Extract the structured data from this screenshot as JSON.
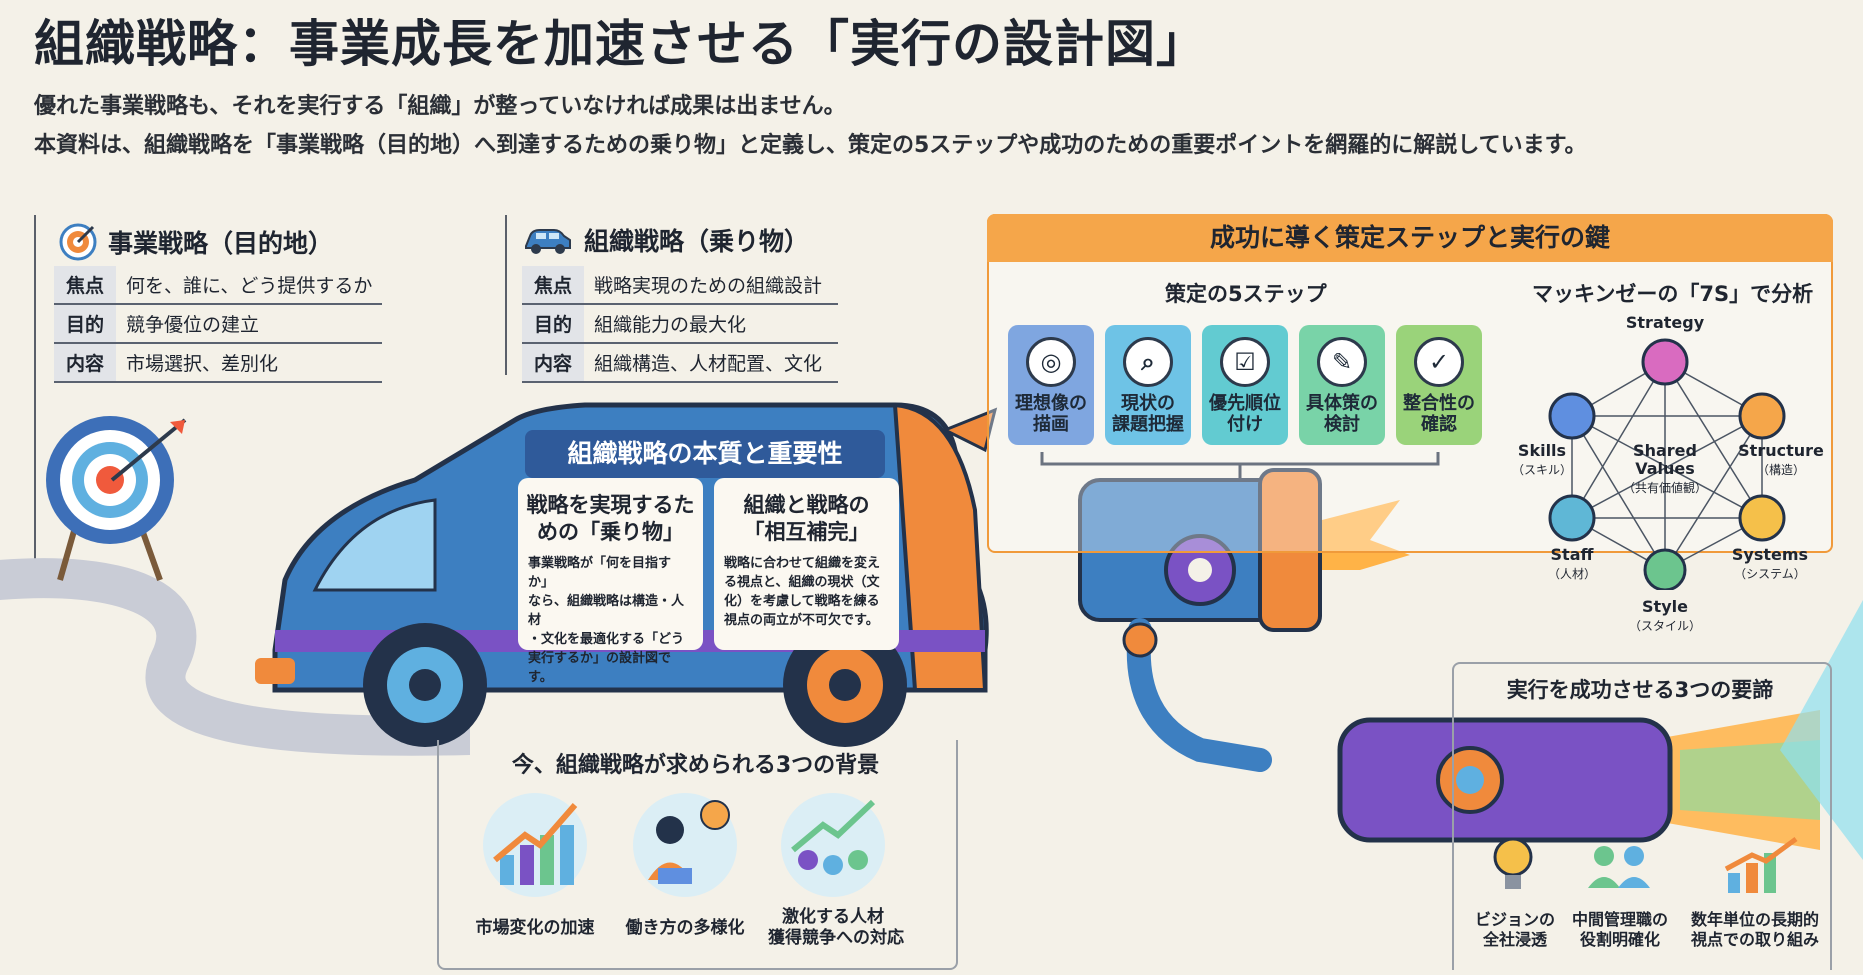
{
  "title": "組織戦略：事業成長を加速させる「実行の設計図」",
  "intro": {
    "line1": "優れた事業戦略も、それを実行する「組織」が整っていなければ成果は出ません。",
    "line2": "本資料は、組織戦略を「事業戦略（目的地）へ到達するための乗り物」と定義し、策定の5ステップや成功のための重要ポイントを網羅的に解説しています。"
  },
  "business_strategy": {
    "heading": "事業戦略（目的地）",
    "icon": "target-icon",
    "rows": [
      {
        "key": "焦点",
        "value": "何を、誰に、どう提供するか"
      },
      {
        "key": "目的",
        "value": "競争優位の建立"
      },
      {
        "key": "内容",
        "value": "市場選択、差別化"
      }
    ]
  },
  "org_strategy": {
    "heading": "組織戦略（乗り物）",
    "icon": "car-icon",
    "rows": [
      {
        "key": "焦点",
        "value": "戦略実現のための組織設計"
      },
      {
        "key": "目的",
        "value": "組織能力の最大化"
      },
      {
        "key": "内容",
        "value": "組織構造、人材配置、文化"
      }
    ]
  },
  "van": {
    "banner": "組織戦略の本質と重要性",
    "card1": {
      "title1": "戦略を実現するた",
      "title2": "めの「乗り物」",
      "body": [
        "事業戦略が「何を目指すか」",
        "なら、組織戦略は構造・人材",
        "・文化を最適化する「どう",
        "実行するか」の設計図です。"
      ]
    },
    "card2": {
      "title1": "組織と戦略の",
      "title2": "「相互補完」",
      "body": [
        "戦略に合わせて組織を変え",
        "る視点と、組織の現状（文",
        "化）を考慮して戦略を練る",
        "視点の両立が不可欠です。"
      ]
    }
  },
  "keys_panel": {
    "header": "成功に導く策定ステップと実行の鍵",
    "steps_heading": "策定の5ステップ",
    "steps": [
      {
        "label1": "理想像の",
        "label2": "描画",
        "icon": "target-icon",
        "color": "#7fa6e0"
      },
      {
        "label1": "現状の",
        "label2": "課題把握",
        "icon": "magnifier-icon",
        "color": "#6ec3e6"
      },
      {
        "label1": "優先順位",
        "label2": "付け",
        "icon": "checklist-icon",
        "color": "#62cbd1"
      },
      {
        "label1": "具体策の",
        "label2": "検討",
        "icon": "document-pen-icon",
        "color": "#79d3a8"
      },
      {
        "label1": "整合性の",
        "label2": "確認",
        "icon": "check-circle-icon",
        "color": "#9ad37a"
      }
    ],
    "mckinsey_heading": "マッキンゼーの「7S」で分析",
    "seven_s": {
      "strategy": "Strategy",
      "structure": {
        "en": "Structure",
        "ja": "（構造）"
      },
      "systems": {
        "en": "Systems",
        "ja": "（システム）"
      },
      "style": {
        "en": "Style",
        "ja": "（スタイル）"
      },
      "staff": {
        "en": "Staff",
        "ja": "（人材）"
      },
      "skills": {
        "en": "Skills",
        "ja": "（スキル）"
      },
      "shared_values": {
        "en1": "Shared",
        "en2": "Values",
        "ja": "（共有価値観）"
      }
    }
  },
  "background": {
    "heading": "今、組織戦略が求められる3つの背景",
    "items": [
      {
        "label1": "市場変化の加速",
        "label2": "",
        "icon": "growth-chart-icon"
      },
      {
        "label1": "働き方の多様化",
        "label2": "",
        "icon": "remote-worker-icon"
      },
      {
        "label1": "激化する人材",
        "label2": "獲得競争への対応",
        "icon": "talent-competition-icon"
      }
    ]
  },
  "three_keys": {
    "heading": "実行を成功させる3つの要諦",
    "items": [
      {
        "label1": "ビジョンの",
        "label2": "全社浸透",
        "icon": "lightbulb-icon"
      },
      {
        "label1": "中間管理職の",
        "label2": "役割明確化",
        "icon": "managers-icon"
      },
      {
        "label1": "数年単位の長期的",
        "label2": "視点での取り組み",
        "icon": "long-term-chart-icon"
      }
    ]
  },
  "colors": {
    "accent_orange": "#f5a64a",
    "van_blue": "#3d7fc1",
    "van_purple": "#7a52c4",
    "van_orange": "#f08a3c",
    "flame": "#ffb347"
  }
}
